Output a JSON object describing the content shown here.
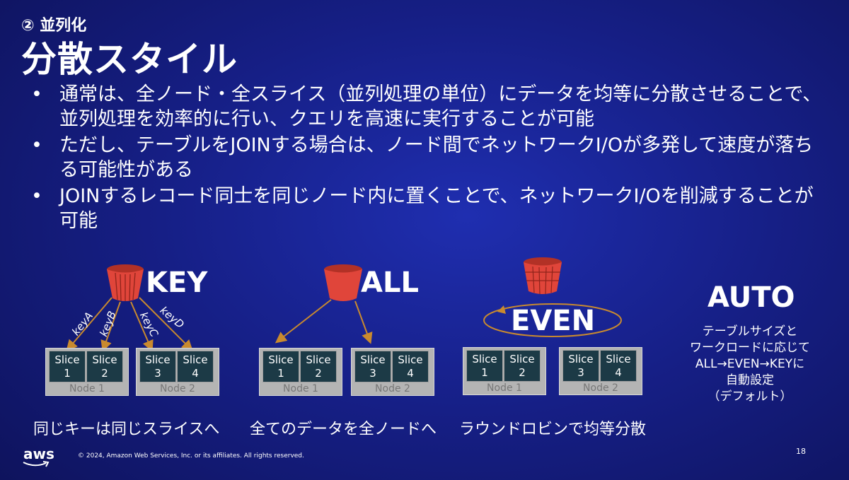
{
  "slide": {
    "subtitle": "② 並列化",
    "title": "分散スタイル",
    "bullets": [
      "通常は、全ノード・全スライス（並列処理の単位）にデータを均等に分散させることで、並列処理を効率的に行い、クエリを高速に実行することが可能",
      "ただし、テーブルをJOINする場合は、ノード間でネットワークI/Oが多発して速度が落ちる可能性がある",
      "JOINするレコード同士を同じノード内に置くことで、ネットワークI/Oを削減することが可能"
    ],
    "page_number": "18"
  },
  "diagram": {
    "key": {
      "label": "KEY",
      "arrow_labels": [
        "keyA",
        "keyB",
        "keyC",
        "keyD"
      ],
      "caption": "同じキーは同じスライスへ"
    },
    "all": {
      "label": "ALL",
      "caption": "全てのデータを全ノードへ"
    },
    "even": {
      "label": "EVEN",
      "caption": "ラウンドロビンで均等分散"
    },
    "auto": {
      "label": "AUTO",
      "description_lines": [
        "テーブルサイズと",
        "ワークロードに応じて",
        "ALL→EVEN→KEYに",
        "自動設定",
        "（デフォルト）"
      ]
    },
    "node_labels": [
      "Node 1",
      "Node 2"
    ],
    "slice_word": "Slice",
    "slice_numbers": [
      "1",
      "2",
      "3",
      "4"
    ]
  },
  "footer": {
    "logo_text": "aws",
    "copyright": "© 2024, Amazon Web Services, Inc. or its affiliates. All rights reserved."
  },
  "colors": {
    "bucket": "#e0453a",
    "arrow": "#c98a2e",
    "slice_bg": "#1c3a46",
    "node_bg": "#b4b4b4"
  }
}
